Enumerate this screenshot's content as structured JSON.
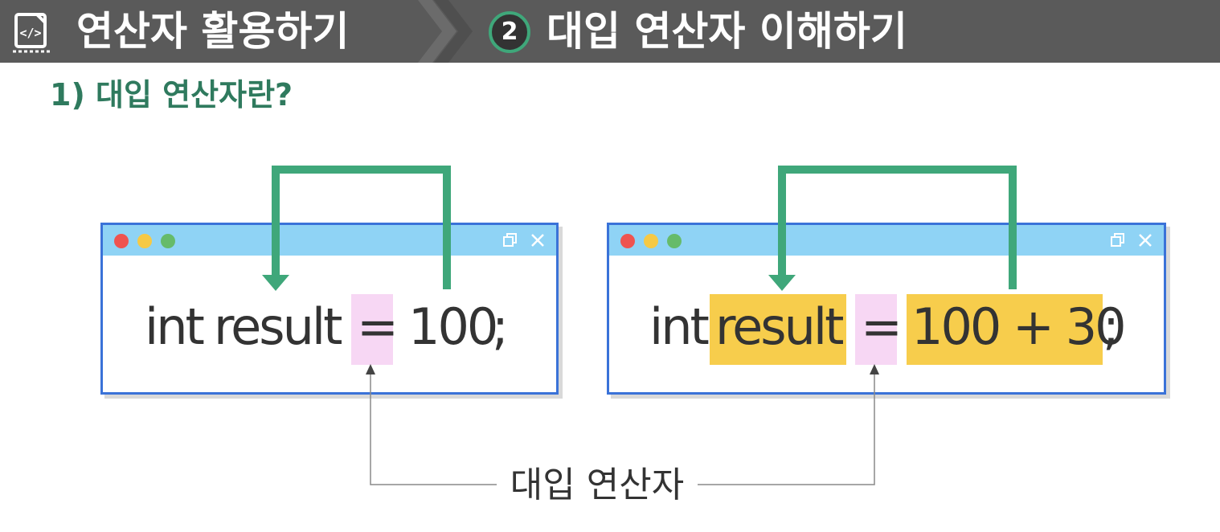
{
  "header": {
    "icon": "code-file-icon",
    "title": "연산자 활용하기",
    "step_number": "2",
    "step_title": "대입 연산자 이해하기"
  },
  "section": {
    "title": "1) 대입 연산자란?"
  },
  "example_left": {
    "tokens": [
      "int",
      "result",
      "=",
      "100",
      ";"
    ]
  },
  "example_right": {
    "tokens": [
      "int",
      "result",
      "=",
      "100 + 30",
      ";"
    ]
  },
  "caption": "대입 연산자",
  "colors": {
    "header_bg": "#5a5a5a",
    "accent_green": "#3fa77a",
    "section_title": "#2f7a5e",
    "window_border": "#3a72d8",
    "window_bar": "#8fd3f5",
    "operator_highlight": "#f7d7f4",
    "operand_highlight": "#f7cd4c"
  }
}
